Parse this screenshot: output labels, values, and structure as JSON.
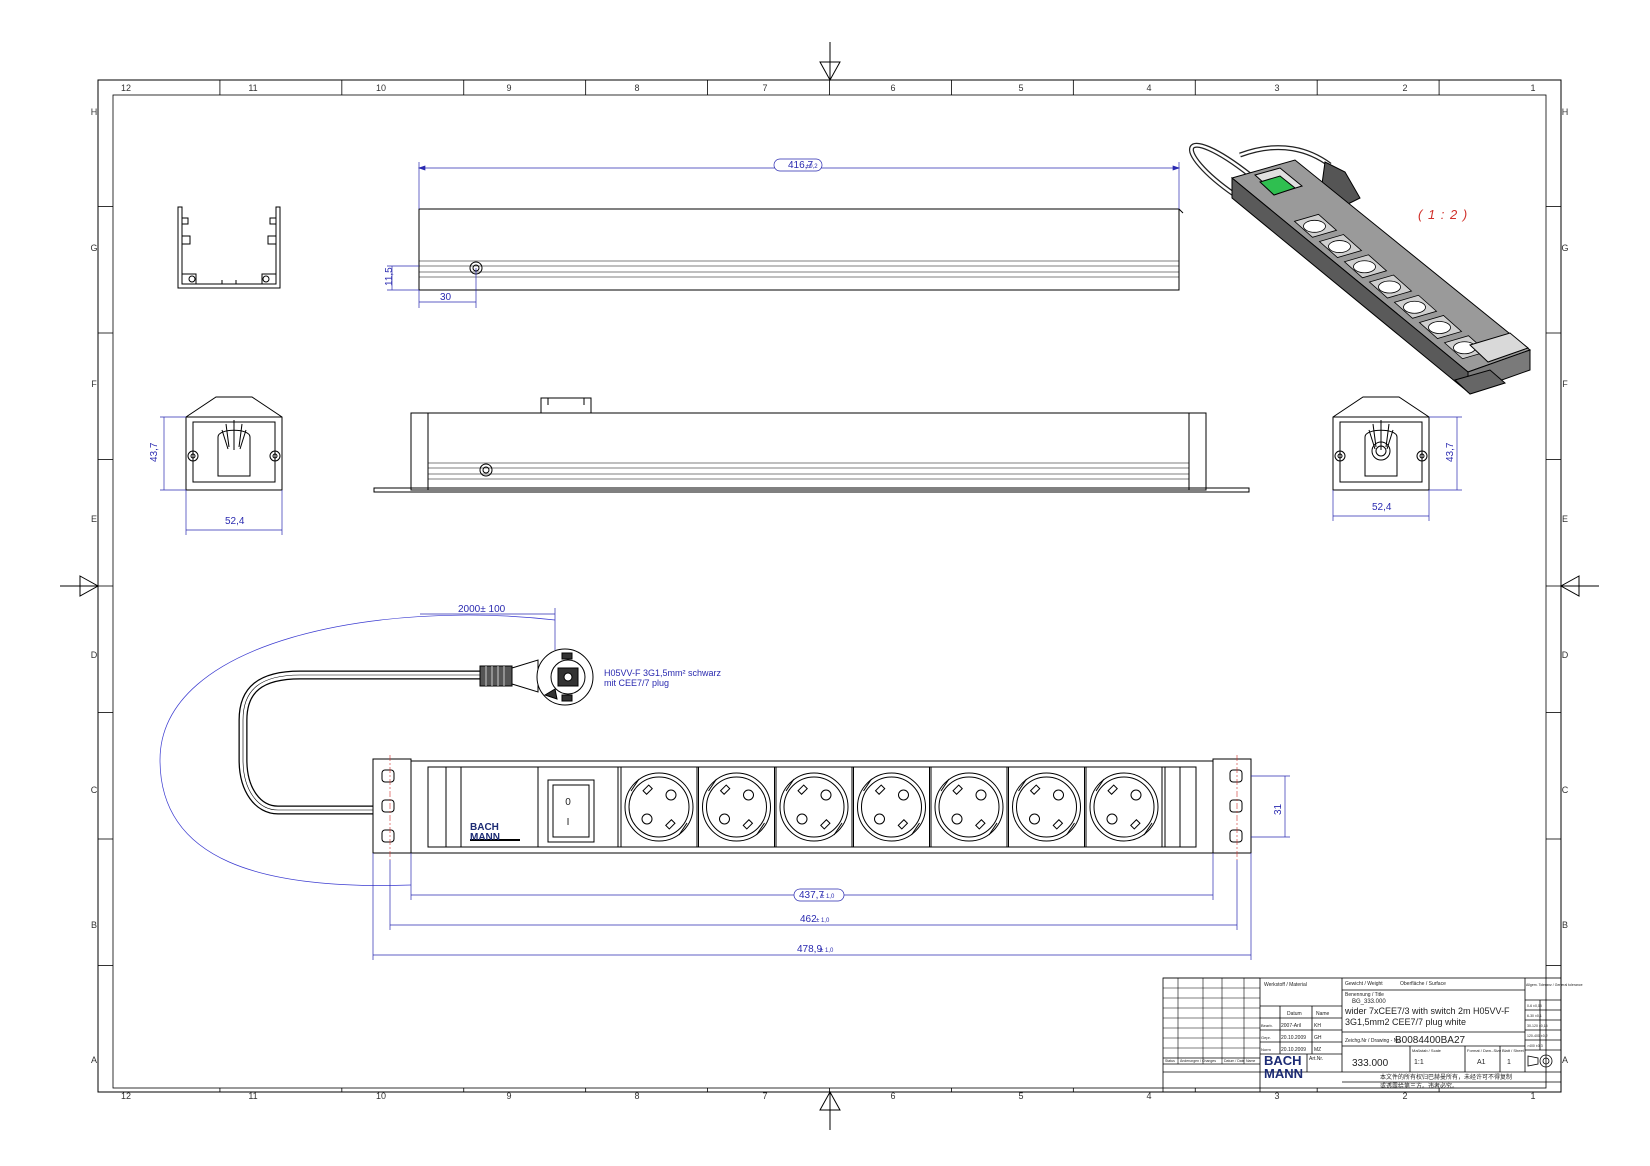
{
  "frame": {
    "columns": [
      "12",
      "11",
      "10",
      "9",
      "8",
      "7",
      "6",
      "5",
      "4",
      "3",
      "2",
      "1"
    ],
    "rows": [
      "H",
      "G",
      "F",
      "E",
      "D",
      "C",
      "B",
      "A"
    ]
  },
  "dimensions": {
    "top_length": "416,7",
    "top_length_tol": "±0,2",
    "height_small": "11,5",
    "offset_30": "30",
    "end_height_left": "43,7",
    "end_width_left": "52,4",
    "end_height_right": "43,7",
    "end_width_right": "52,4",
    "cable_length": "2000± 100",
    "hole_spacing": "31",
    "body_length": "437,7",
    "body_length_tol": "± 1,0",
    "mount_length": "462",
    "mount_length_tol": "± 1,0",
    "total_length": "478,9",
    "total_length_tol": "± 1,0"
  },
  "annotations": {
    "scale": "( 1 : 2 )",
    "cable_line1": "H05VV-F 3G1,5mm² schwarz",
    "cable_line2": "mit CEE7/7 plug",
    "brand_on_part_1": "BACH",
    "brand_on_part_2": "MANN",
    "switch_on": "0",
    "switch_off": "I"
  },
  "title_block": {
    "material_label": "Werkstoff / Material",
    "weight_label": "Gewicht / Weight",
    "surface_label": "Oberfläche / Surface",
    "designation_label": "Benennung / Title",
    "designation_code": "BG_333.000",
    "title_line1": "wider 7xCEE7/3 with switch 2m   H05VV-F",
    "title_line2": "3G1,5mm2   CEE7/7 plug white",
    "date_col": "Datum",
    "name_col": "Name",
    "row1_label": "Bearb.",
    "row1_date": "2007-Aril",
    "row1_name": "KH",
    "row2_label": "Gepr.",
    "row2_date": "20.10.2009",
    "row2_name": "GH",
    "row3_label": "Norm",
    "row3_date": "20.10.2009",
    "row3_name": "MZ",
    "drawing_no_label": "Zeichg.Nr / Drawing - No.",
    "drawing_no": "B0084400BA27",
    "article_label": "Art.Nr.",
    "article_no": "333.000",
    "scale_label": "Maßstab / Scale",
    "scale_value": "1:1",
    "format_label": "Format / Dwn.-Size",
    "format_value": "A1",
    "sheet_label": "Blatt / Sheet",
    "sheet_value": "1",
    "logo_1": "BACH",
    "logo_2": "MANN",
    "chinese_note_1": "本文件的所有权归巴赫曼所有，未经许可不得复制",
    "chinese_note_2": "或透露给第三方。违者必究。",
    "tol_header": "Allgem. Toleranz / General tolerance",
    "tol_rows": [
      "0-6 ±0,05",
      "6-30 ±0,1",
      "30-120 ±0,15",
      "120-400 ±0,2",
      ">400 ±0,3"
    ],
    "revision_labels": [
      "Status",
      "Änderungen / Changes",
      "Datum / Date",
      "Name"
    ]
  }
}
